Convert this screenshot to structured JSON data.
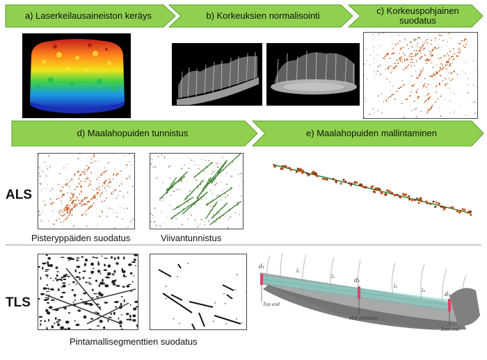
{
  "colors": {
    "arrow_fill": "#8fd14f",
    "arrow_stroke": "#5e9e2f",
    "log_points": "#c65a1e",
    "fit_line": "#2e7d32",
    "tls_cylinder": "#7fd6c8",
    "tls_marker": "#e0406a"
  },
  "steps": {
    "a": "a) Laserkeilausaineiston keräys",
    "b": "b) Korkeuksien normalisointi",
    "c": "c) Korkeuspohjainen suodatus",
    "d": "d) Maalahopuiden tunnistus",
    "e": "e) Maalahopuiden mallintaminen"
  },
  "rows": {
    "als": "ALS",
    "tls": "TLS"
  },
  "captions": {
    "als_points": "Pisteryppäiden suodatus",
    "als_lines": "Viivantunnistus",
    "tls_segments": "Pintamallisegmenttien suodatus"
  },
  "tls_annotations": {
    "d1": "d₁",
    "d2": "d₂",
    "d3": "d₃",
    "top_end": "Top end",
    "mid_diameter": "Mid diameter",
    "butt_end": "Butt end",
    "l1": "l₁",
    "l2": "l₂",
    "l3": "l₃",
    "l4": "l₄"
  }
}
